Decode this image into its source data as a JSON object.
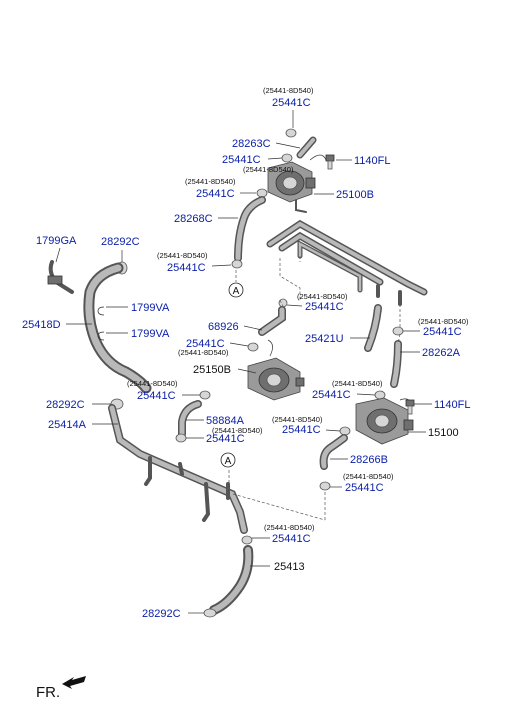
{
  "diagram": {
    "front_label": "FR.",
    "ref_marker": "A",
    "labels": {
      "sub_top": "(25441-8D540)",
      "c_top": "25441C",
      "p28263C": "28263C",
      "c_upper2": "25441C",
      "sub_upper2": "(25441-8D540)",
      "p1140FL_top": "1140FL",
      "sub_upper3": "(25441-8D540)",
      "c_upper3": "25441C",
      "p25100B": "25100B",
      "p28268C": "28268C",
      "p1799GA": "1799GA",
      "p28292C_top": "28292C",
      "sub_left": "(25441-8D540)",
      "c_left": "25441C",
      "p1799VA_a": "1799VA",
      "p25418D": "25418D",
      "p1799VA_b": "1799VA",
      "sub_mid": "(25441-8D540)",
      "c_mid": "25441C",
      "p68926": "68926",
      "c_mid2": "25441C",
      "sub_mid2": "(25441-8D540)",
      "p25421U": "25421U",
      "sub_right1": "(25441-8D540)",
      "c_right1": "25441C",
      "p28262A": "28262A",
      "p25150B": "25150B",
      "sub_c3": "(25441-8D540)",
      "c_c3": "25441C",
      "sub_r2": "(25441-8D540)",
      "c_r2": "25441C",
      "p1140FL_b": "1140FL",
      "p28292C_mid": "28292C",
      "p58884A": "58884A",
      "sub_58": "(25441-8D540)",
      "c_58": "25441C",
      "sub_r3": "(25441-8D540)",
      "c_r3": "25441C",
      "p15100": "15100",
      "p25414A": "25414A",
      "p28266B": "28266B",
      "sub_r4": "(25441-8D540)",
      "c_r4": "25441C",
      "sub_bot": "(25441-8D540)",
      "c_bot": "25441C",
      "p25413": "25413",
      "p28292C_bot": "28292C"
    }
  }
}
